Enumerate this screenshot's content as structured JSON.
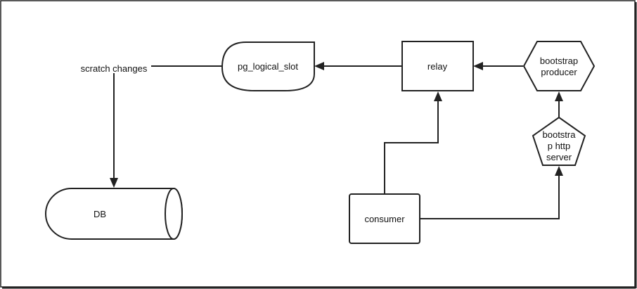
{
  "diagram": {
    "nodes": {
      "scratch_changes": "scratch changes",
      "pg_logical_slot": "pg_logical_slot",
      "relay": "relay",
      "bootstrap_producer": [
        "bootstrap",
        "producer"
      ],
      "bootstrap_http_server": [
        "bootstra",
        "p http",
        "server"
      ],
      "db": "DB",
      "consumer": "consumer"
    },
    "edges": [
      {
        "from": "bootstrap producer",
        "to": "relay"
      },
      {
        "from": "relay",
        "to": "pg_logical_slot"
      },
      {
        "from": "pg_logical_slot",
        "to": "scratch changes"
      },
      {
        "from": "scratch changes",
        "to": "DB"
      },
      {
        "from": "consumer",
        "to": "relay"
      },
      {
        "from": "consumer",
        "to": "bootstrap http server"
      },
      {
        "from": "bootstrap http server",
        "to": "bootstrap producer"
      }
    ]
  }
}
